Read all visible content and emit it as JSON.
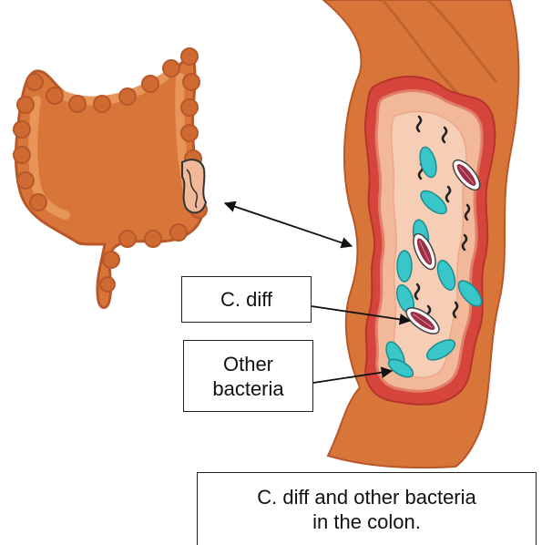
{
  "labels": {
    "c_diff": "C. diff",
    "other_line1": "Other",
    "other_line2": "bacteria"
  },
  "caption": {
    "line1": "C. diff and other bacteria",
    "line2": "in the colon."
  },
  "colors": {
    "colon_outer": "#d8763a",
    "colon_light": "#e8955a",
    "colon_dark": "#b8582a",
    "wall_red": "#d6453c",
    "lumen": "#f1b89a",
    "lumen_inner": "#f6cdb5",
    "other_bacteria": "#38c6c8",
    "c_diff_fill": "#9c2f45",
    "c_diff_halo": "#ffffff"
  }
}
